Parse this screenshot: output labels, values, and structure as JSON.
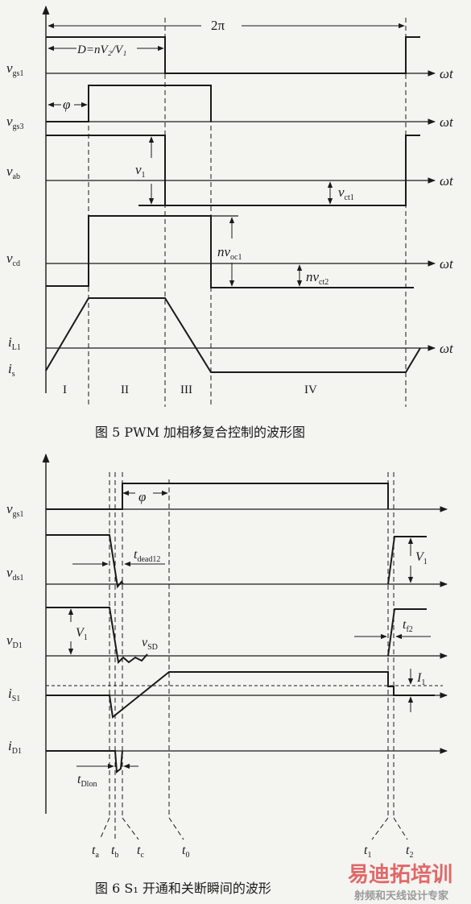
{
  "fig5": {
    "caption": "图 5   PWM 加相移复合控制的波形图",
    "period_label": "2π",
    "duty_label": "D=nV₂/V₁",
    "phase_label": "φ",
    "axis_label": "ωt",
    "signals": [
      {
        "name": "vgs1",
        "base": "v",
        "sub": "gs1"
      },
      {
        "name": "vgs3",
        "base": "v",
        "sub": "gs3"
      },
      {
        "name": "vab",
        "base": "v",
        "sub": "ab"
      },
      {
        "name": "vcd",
        "base": "v",
        "sub": "cd"
      },
      {
        "name": "iL1",
        "base": "i",
        "sub": "L1"
      },
      {
        "name": "is",
        "base": "i",
        "sub": "s"
      }
    ],
    "annotations": {
      "v1": {
        "base": "v",
        "sub": "1"
      },
      "vct1": {
        "base": "v",
        "sub": "ct1"
      },
      "nvoc1": {
        "base": "nv",
        "sub": "oc1"
      },
      "nvct2": {
        "base": "nv",
        "sub": "ct2"
      }
    },
    "intervals": [
      "I",
      "II",
      "III",
      "IV"
    ]
  },
  "fig6": {
    "caption": "图 6   S₁ 开通和关断瞬间的波形",
    "phase_label": "φ",
    "signals": [
      {
        "name": "vgs1",
        "base": "v",
        "sub": "gs1"
      },
      {
        "name": "vds1",
        "base": "v",
        "sub": "ds1"
      },
      {
        "name": "vD1",
        "base": "v",
        "sub": "D1"
      },
      {
        "name": "is1",
        "base": "i",
        "sub": "S1"
      },
      {
        "name": "iD1",
        "base": "i",
        "sub": "D1"
      }
    ],
    "annotations": {
      "tdead12": {
        "base": "t",
        "sub": "dead12"
      },
      "V1_a": {
        "base": "V",
        "sub": "1"
      },
      "V1_b": {
        "base": "V",
        "sub": "1"
      },
      "vSD": {
        "base": "v",
        "sub": "SD"
      },
      "tf2": {
        "base": "t",
        "sub": "f2"
      },
      "I1": {
        "base": "I",
        "sub": "1"
      },
      "tDlon": {
        "base": "t",
        "sub": "Dlon"
      }
    },
    "time_marks": [
      {
        "base": "t",
        "sub": "a"
      },
      {
        "base": "t",
        "sub": "b"
      },
      {
        "base": "t",
        "sub": "c"
      },
      {
        "base": "t",
        "sub": "0"
      },
      {
        "base": "t",
        "sub": "1"
      },
      {
        "base": "t",
        "sub": "2"
      }
    ]
  },
  "watermark": {
    "main": "易迪拓培训",
    "sub": "射频和天线设计专家"
  },
  "colors": {
    "ink": "#1a1a1a",
    "paper": "#f4f4f1",
    "wm_red": "#d93a3a",
    "wm_gray": "#9a9a9a"
  }
}
